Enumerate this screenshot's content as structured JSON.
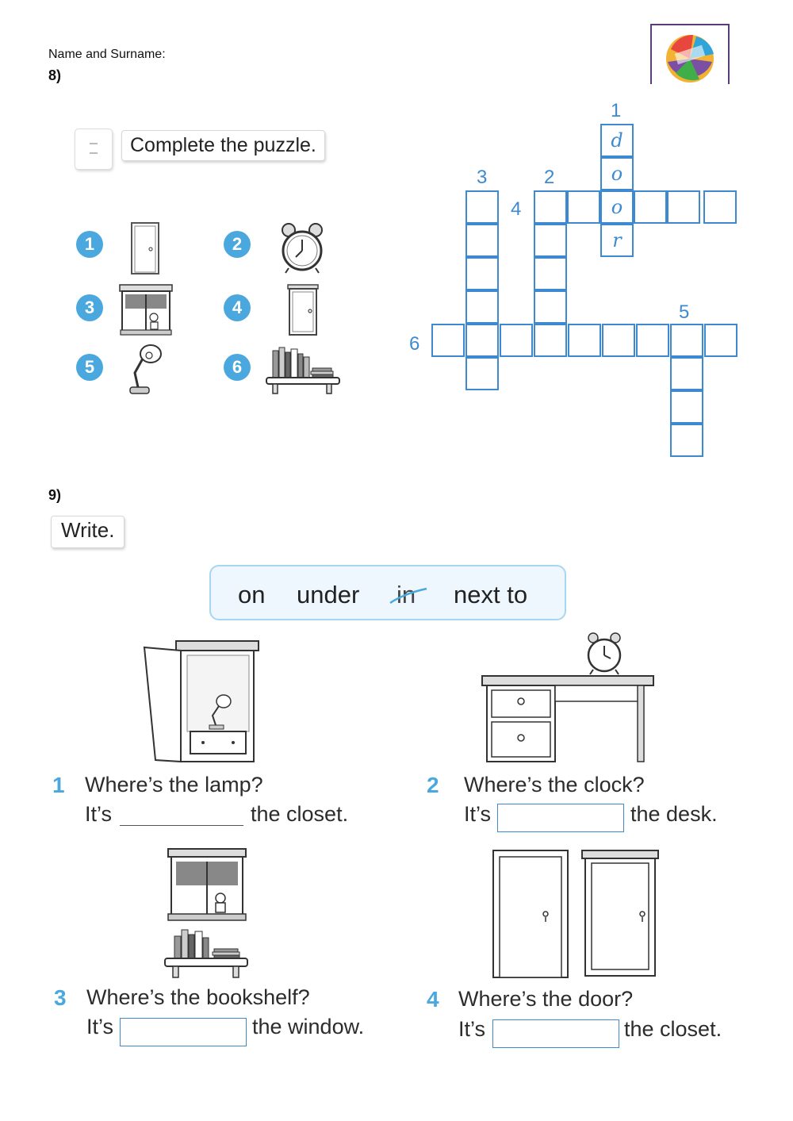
{
  "header": {
    "name_label": "Name and Surname:",
    "section8_label": "8)",
    "section9_label": "9)"
  },
  "puzzle": {
    "instruction": "Complete the puzzle.",
    "pictures": [
      {
        "num": "1",
        "icon": "door-icon"
      },
      {
        "num": "2",
        "icon": "alarm-clock-icon"
      },
      {
        "num": "3",
        "icon": "window-icon"
      },
      {
        "num": "4",
        "icon": "closet-icon"
      },
      {
        "num": "5",
        "icon": "lamp-icon"
      },
      {
        "num": "6",
        "icon": "bookshelf-icon"
      }
    ],
    "clue_numbers": {
      "n1": "1",
      "n2": "2",
      "n3": "3",
      "n4": "4",
      "n5": "5",
      "n6": "6"
    },
    "filled_letters": {
      "d": "d",
      "o1": "o",
      "o2": "o",
      "r": "r"
    }
  },
  "write": {
    "instruction": "Write.",
    "word_bank": [
      "on",
      "under",
      "in",
      "next to"
    ],
    "word_bank_crossed": "in",
    "questions": [
      {
        "num": "1",
        "question": "Where’s the lamp?",
        "its": "It’s",
        "after": "the closet.",
        "answer_shown": true
      },
      {
        "num": "2",
        "question": "Where’s the clock?",
        "its": "It’s",
        "after": "the desk.",
        "answer": ""
      },
      {
        "num": "3",
        "question": "Where’s the bookshelf?",
        "its": "It’s",
        "after": "the window.",
        "answer": ""
      },
      {
        "num": "4",
        "question": "Where’s the door?",
        "its": "It’s",
        "after": "the closet.",
        "answer": ""
      }
    ]
  },
  "colors": {
    "accent_blue": "#3d8ad0",
    "circle_blue": "#4aa8de",
    "wordbox_bg": "#eef7fd"
  }
}
